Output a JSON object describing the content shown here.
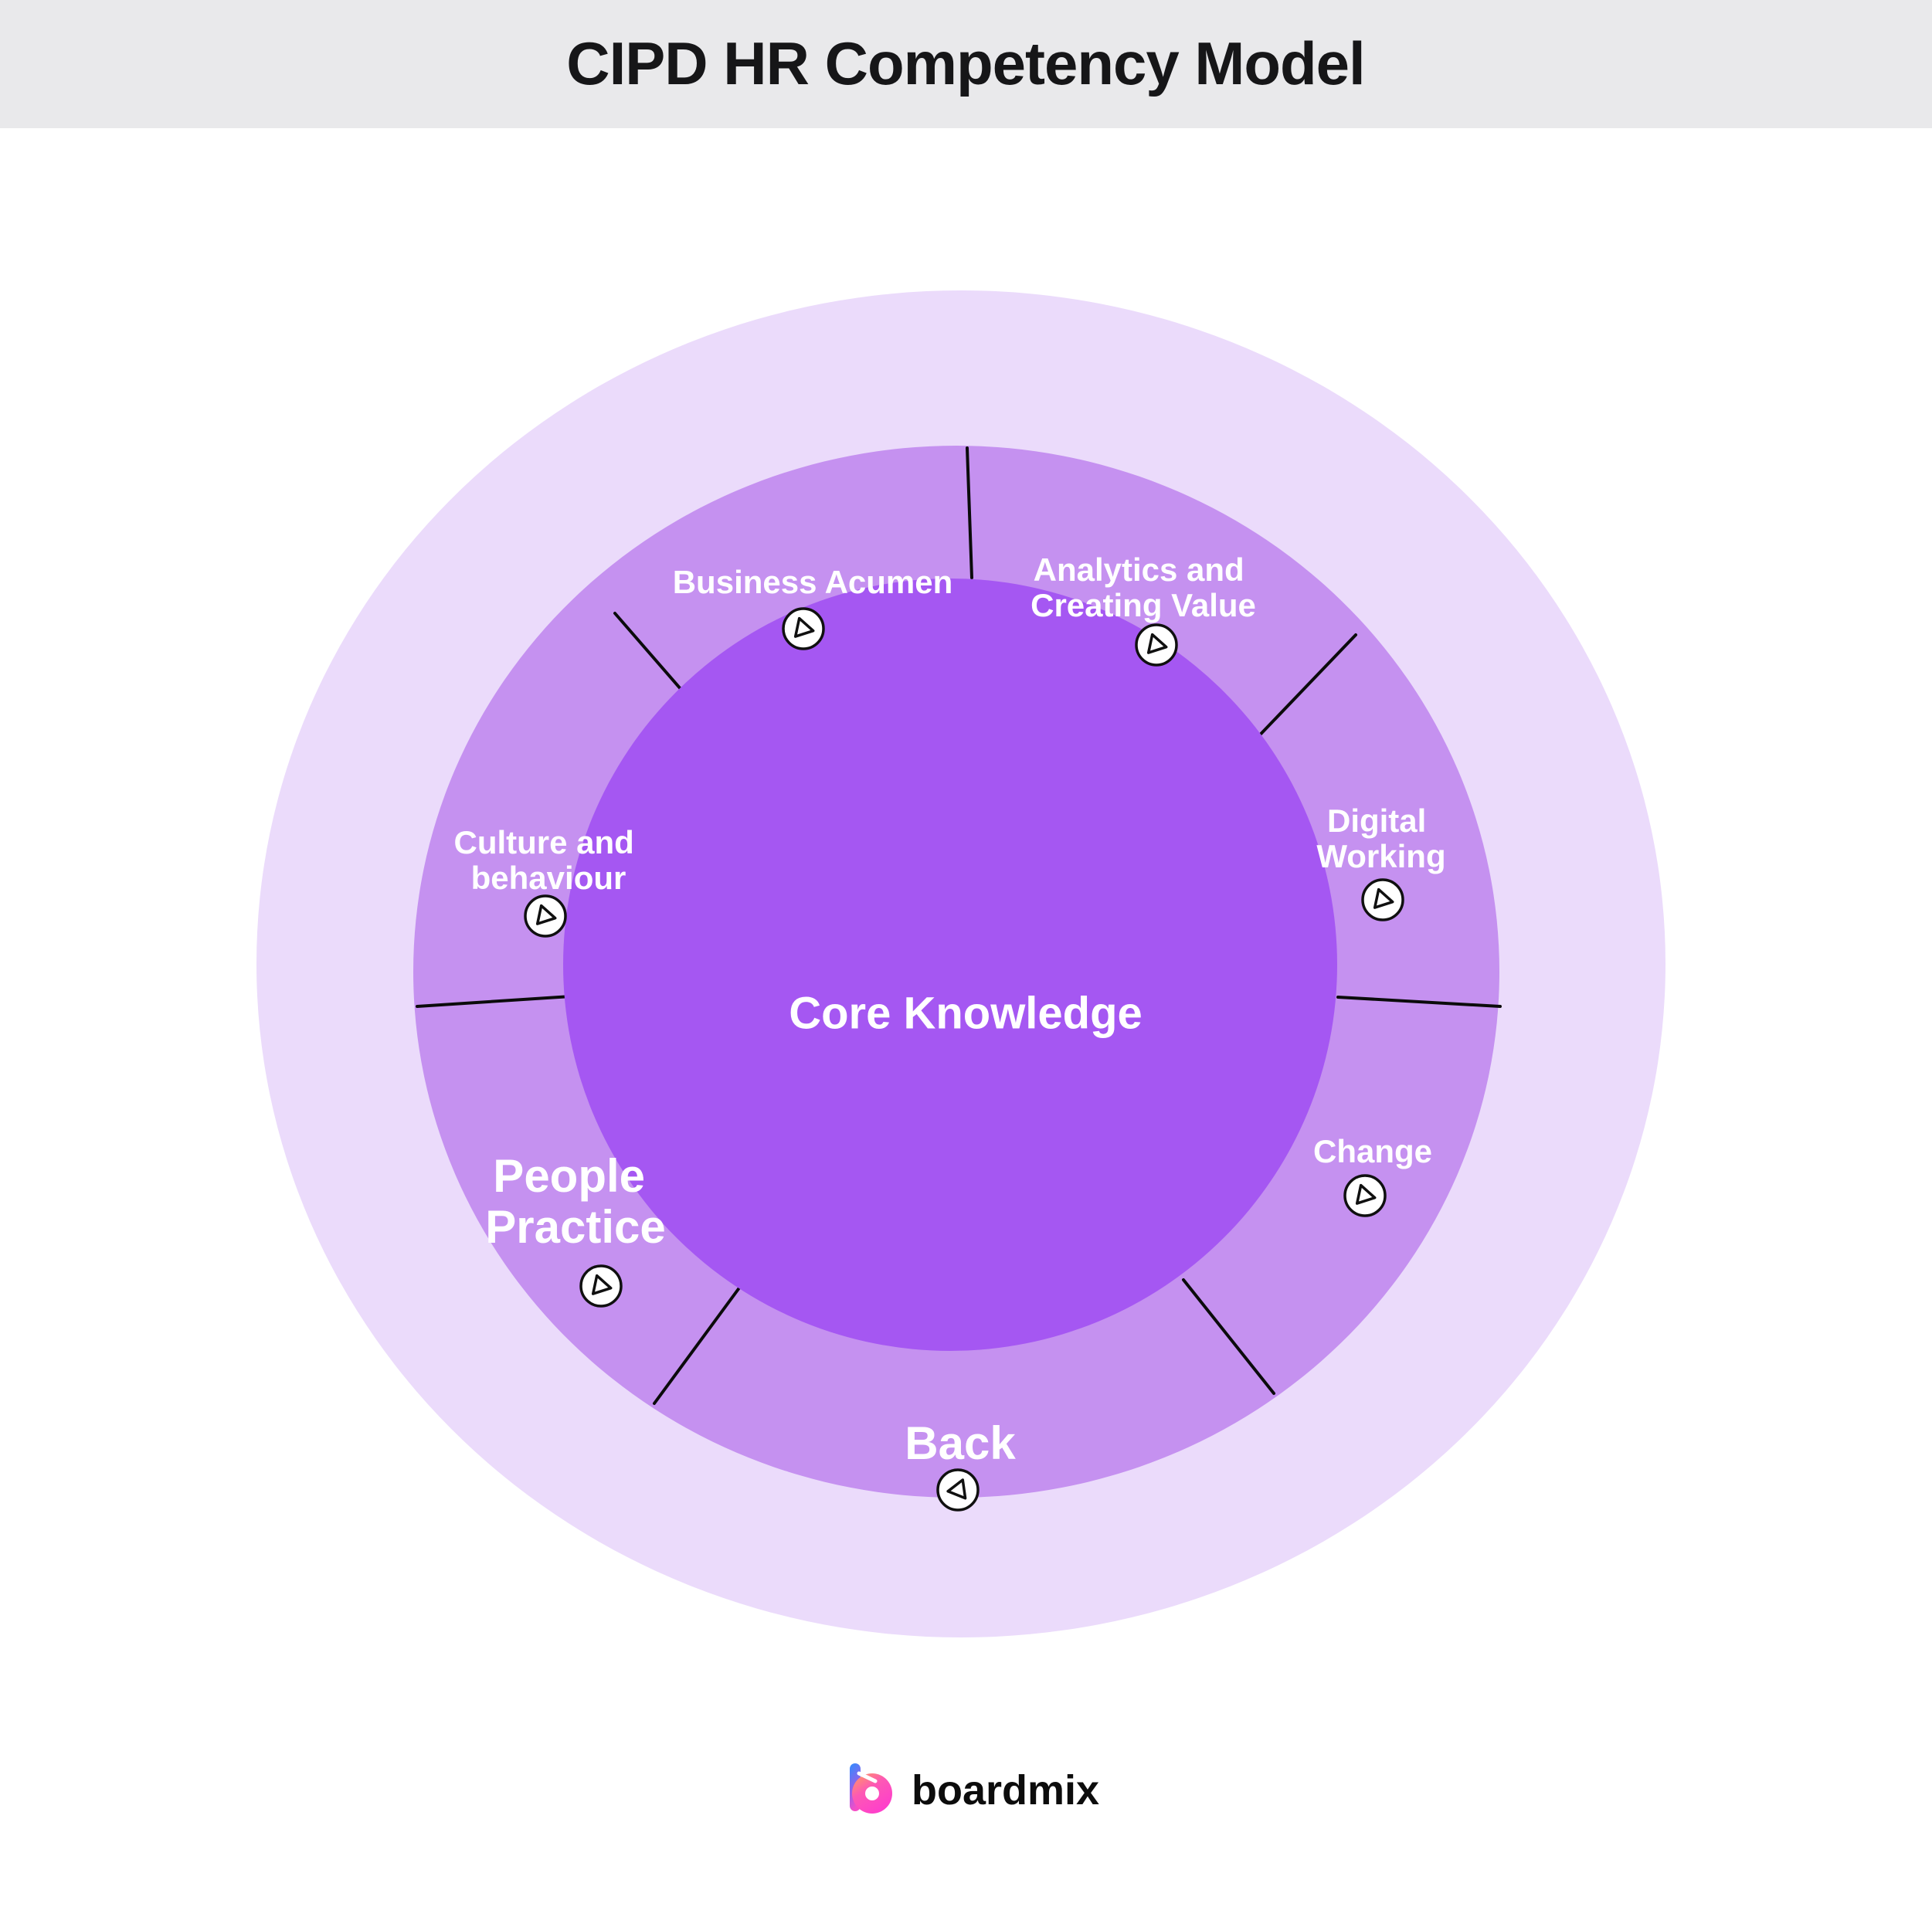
{
  "header": {
    "title": "CIPD HR Competency Model"
  },
  "center": {
    "label": "Core Knowledge"
  },
  "segments": [
    {
      "name": "business-acumen",
      "lines": [
        "Business Acumen"
      ],
      "action": "play"
    },
    {
      "name": "analytics-creating-value",
      "lines": [
        "Analytics and",
        "Creating Value"
      ],
      "action": "play"
    },
    {
      "name": "digital-working",
      "lines": [
        "Digital",
        "Working"
      ],
      "action": "play"
    },
    {
      "name": "change",
      "lines": [
        "Change"
      ],
      "action": "play"
    },
    {
      "name": "back",
      "lines": [
        "Back"
      ],
      "action": "back"
    },
    {
      "name": "people-practice",
      "lines": [
        "People",
        "Practice"
      ],
      "action": "play"
    },
    {
      "name": "culture-behaviour",
      "lines": [
        "Culture and",
        "behaviour"
      ],
      "action": "play"
    }
  ],
  "footer": {
    "brand": "boardmix"
  },
  "colors": {
    "page-bg": "#ffffff",
    "header-bg": "#e9e9eb",
    "title-color": "#161618",
    "ring-outer": "#ebdbfb",
    "ring-middle": "#c591f0",
    "circle-inner": "#a557f2",
    "label-color": "#ffffff",
    "divider-color": "#0b0b0b",
    "brand-blue": "#2f8dfe",
    "brand-orange": "#ffa159",
    "brand-pink": "#fe3ecc"
  }
}
